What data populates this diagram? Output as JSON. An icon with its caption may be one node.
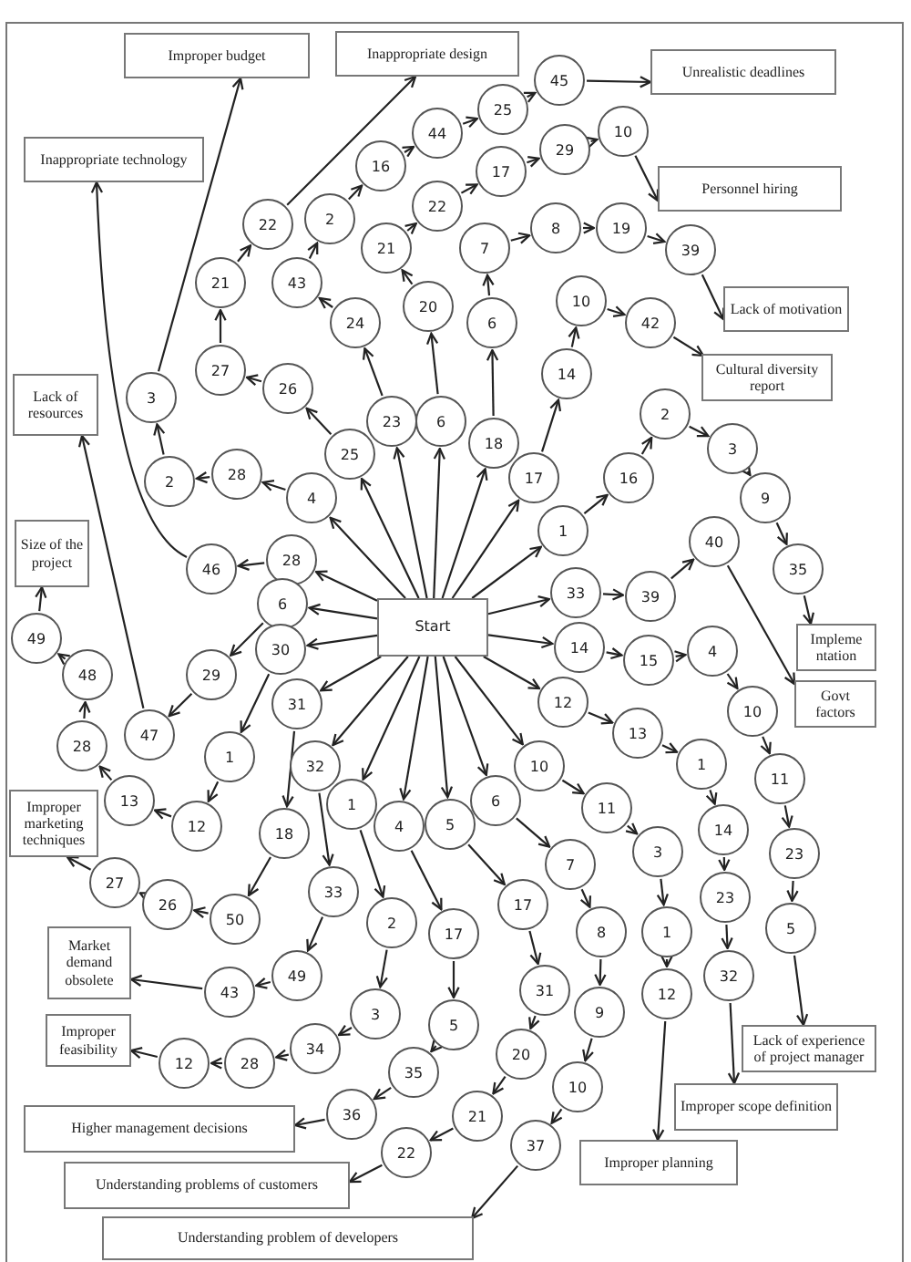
{
  "diagram": {
    "nodes": [
      {
        "text": [
          "Start"
        ]
      },
      {
        "text": [
          "Improper budget"
        ]
      },
      {
        "text": [
          "Inappropriate design"
        ]
      },
      {
        "text": [
          "Inappropriate technology"
        ]
      },
      {
        "text": [
          "Lack of resources"
        ]
      },
      {
        "text": [
          "Unrealistic deadlines"
        ]
      },
      {
        "text": [
          "Personnel hiring"
        ]
      },
      {
        "text": [
          "Lack of motivation"
        ]
      },
      {
        "text": [
          "Cultural diversity report"
        ]
      },
      {
        "text": [
          "Size of the project"
        ]
      },
      {
        "text": [
          "Improper marketing techniques"
        ]
      },
      {
        "text": [
          "Impleme ntation"
        ]
      },
      {
        "text": [
          "Govt factors"
        ]
      },
      {
        "text": [
          "Market demand obsolete"
        ]
      },
      {
        "text": [
          "Improper feasibility"
        ]
      },
      {
        "text": [
          "Higher management decisions"
        ]
      },
      {
        "text": [
          "Understanding problems of customers"
        ]
      },
      {
        "text": [
          "Understanding problem of developers"
        ]
      },
      {
        "text": [
          "Improper planning"
        ]
      },
      {
        "text": [
          "Improper scope definition"
        ]
      },
      {
        "text": [
          "Lack of experience of project manager"
        ]
      },
      {
        "text": [
          "25"
        ]
      },
      {
        "text": [
          "26"
        ]
      },
      {
        "text": [
          "27"
        ]
      },
      {
        "text": [
          "21"
        ]
      },
      {
        "text": [
          "22"
        ]
      },
      {
        "text": [
          "4"
        ]
      },
      {
        "text": [
          "28"
        ]
      },
      {
        "text": [
          "2"
        ]
      },
      {
        "text": [
          "3"
        ]
      },
      {
        "text": [
          "28"
        ]
      },
      {
        "text": [
          "46"
        ]
      },
      {
        "text": [
          "6"
        ]
      },
      {
        "text": [
          "29"
        ]
      },
      {
        "text": [
          "47"
        ]
      },
      {
        "text": [
          "30"
        ]
      },
      {
        "text": [
          "1"
        ]
      },
      {
        "text": [
          "12"
        ]
      },
      {
        "text": [
          "13"
        ]
      },
      {
        "text": [
          "28"
        ]
      },
      {
        "text": [
          "48"
        ]
      },
      {
        "text": [
          "49"
        ]
      },
      {
        "text": [
          "31"
        ]
      },
      {
        "text": [
          "18"
        ]
      },
      {
        "text": [
          "50"
        ]
      },
      {
        "text": [
          "26"
        ]
      },
      {
        "text": [
          "27"
        ]
      },
      {
        "text": [
          "32"
        ]
      },
      {
        "text": [
          "33"
        ]
      },
      {
        "text": [
          "49"
        ]
      },
      {
        "text": [
          "43"
        ]
      },
      {
        "text": [
          "1"
        ]
      },
      {
        "text": [
          "2"
        ]
      },
      {
        "text": [
          "3"
        ]
      },
      {
        "text": [
          "34"
        ]
      },
      {
        "text": [
          "28"
        ]
      },
      {
        "text": [
          "12"
        ]
      },
      {
        "text": [
          "4"
        ]
      },
      {
        "text": [
          "17"
        ]
      },
      {
        "text": [
          "5"
        ]
      },
      {
        "text": [
          "35"
        ]
      },
      {
        "text": [
          "36"
        ]
      },
      {
        "text": [
          "5"
        ]
      },
      {
        "text": [
          "17"
        ]
      },
      {
        "text": [
          "31"
        ]
      },
      {
        "text": [
          "20"
        ]
      },
      {
        "text": [
          "21"
        ]
      },
      {
        "text": [
          "22"
        ]
      },
      {
        "text": [
          "6"
        ]
      },
      {
        "text": [
          "7"
        ]
      },
      {
        "text": [
          "8"
        ]
      },
      {
        "text": [
          "9"
        ]
      },
      {
        "text": [
          "10"
        ]
      },
      {
        "text": [
          "37"
        ]
      },
      {
        "text": [
          "10"
        ]
      },
      {
        "text": [
          "11"
        ]
      },
      {
        "text": [
          "3"
        ]
      },
      {
        "text": [
          "1"
        ]
      },
      {
        "text": [
          "12"
        ]
      },
      {
        "text": [
          "12"
        ]
      },
      {
        "text": [
          "13"
        ]
      },
      {
        "text": [
          "1"
        ]
      },
      {
        "text": [
          "14"
        ]
      },
      {
        "text": [
          "23"
        ]
      },
      {
        "text": [
          "32"
        ]
      },
      {
        "text": [
          "14"
        ]
      },
      {
        "text": [
          "15"
        ]
      },
      {
        "text": [
          "4"
        ]
      },
      {
        "text": [
          "10"
        ]
      },
      {
        "text": [
          "11"
        ]
      },
      {
        "text": [
          "23"
        ]
      },
      {
        "text": [
          "5"
        ]
      },
      {
        "text": [
          "33"
        ]
      },
      {
        "text": [
          "39"
        ]
      },
      {
        "text": [
          "40"
        ]
      },
      {
        "text": [
          "1"
        ]
      },
      {
        "text": [
          "16"
        ]
      },
      {
        "text": [
          "2"
        ]
      },
      {
        "text": [
          "3"
        ]
      },
      {
        "text": [
          "9"
        ]
      },
      {
        "text": [
          "35"
        ]
      },
      {
        "text": [
          "17"
        ]
      },
      {
        "text": [
          "14"
        ]
      },
      {
        "text": [
          "10"
        ]
      },
      {
        "text": [
          "42"
        ]
      },
      {
        "text": [
          "18"
        ]
      },
      {
        "text": [
          "6"
        ]
      },
      {
        "text": [
          "7"
        ]
      },
      {
        "text": [
          "8"
        ]
      },
      {
        "text": [
          "19"
        ]
      },
      {
        "text": [
          "39"
        ]
      },
      {
        "text": [
          "6"
        ]
      },
      {
        "text": [
          "20"
        ]
      },
      {
        "text": [
          "21"
        ]
      },
      {
        "text": [
          "22"
        ]
      },
      {
        "text": [
          "17"
        ]
      },
      {
        "text": [
          "29"
        ]
      },
      {
        "text": [
          "10"
        ]
      },
      {
        "text": [
          "23"
        ]
      },
      {
        "text": [
          "24"
        ]
      },
      {
        "text": [
          "43"
        ]
      },
      {
        "text": [
          "2"
        ]
      },
      {
        "text": [
          "16"
        ]
      },
      {
        "text": [
          "44"
        ]
      },
      {
        "text": [
          "25"
        ]
      },
      {
        "text": [
          "45"
        ]
      }
    ],
    "edges": [
      {
        "from": 0,
        "to": 21,
        "arrow": "to"
      },
      {
        "from": 21,
        "to": 22,
        "arrow": "to"
      },
      {
        "from": 22,
        "to": 23,
        "arrow": "to"
      },
      {
        "from": 23,
        "to": 24,
        "arrow": "to"
      },
      {
        "from": 24,
        "to": 25,
        "arrow": "to"
      },
      {
        "from": 25,
        "to": 2,
        "arrow": "to"
      },
      {
        "from": 0,
        "to": 26,
        "arrow": "to"
      },
      {
        "from": 26,
        "to": 27,
        "arrow": "to"
      },
      {
        "from": 27,
        "to": 28,
        "arrow": "to"
      },
      {
        "from": 28,
        "to": 29,
        "arrow": "to"
      },
      {
        "from": 29,
        "to": 1,
        "arrow": "to"
      },
      {
        "from": 0,
        "to": 30,
        "arrow": "to"
      },
      {
        "from": 30,
        "to": 31,
        "arrow": "to"
      },
      {
        "from": 31,
        "to": 3,
        "arrow": "to"
      },
      {
        "from": 0,
        "to": 32,
        "arrow": "to"
      },
      {
        "from": 32,
        "to": 33,
        "arrow": "to"
      },
      {
        "from": 33,
        "to": 34,
        "arrow": "to"
      },
      {
        "from": 34,
        "to": 4,
        "arrow": "to"
      },
      {
        "from": 0,
        "to": 35,
        "arrow": "to"
      },
      {
        "from": 35,
        "to": 36,
        "arrow": "to"
      },
      {
        "from": 36,
        "to": 37,
        "arrow": "to"
      },
      {
        "from": 37,
        "to": 38,
        "arrow": "to"
      },
      {
        "from": 38,
        "to": 39,
        "arrow": "to"
      },
      {
        "from": 39,
        "to": 40,
        "arrow": "to"
      },
      {
        "from": 40,
        "to": 41,
        "arrow": "to"
      },
      {
        "from": 41,
        "to": 9,
        "arrow": "to"
      },
      {
        "from": 0,
        "to": 42,
        "arrow": "to"
      },
      {
        "from": 42,
        "to": 43,
        "arrow": "to"
      },
      {
        "from": 43,
        "to": 44,
        "arrow": "to"
      },
      {
        "from": 44,
        "to": 45,
        "arrow": "to"
      },
      {
        "from": 45,
        "to": 46,
        "arrow": "to"
      },
      {
        "from": 46,
        "to": 10,
        "arrow": "to"
      },
      {
        "from": 0,
        "to": 47,
        "arrow": "to"
      },
      {
        "from": 47,
        "to": 48,
        "arrow": "to"
      },
      {
        "from": 48,
        "to": 49,
        "arrow": "to"
      },
      {
        "from": 49,
        "to": 50,
        "arrow": "to"
      },
      {
        "from": 50,
        "to": 13,
        "arrow": "to"
      },
      {
        "from": 0,
        "to": 51,
        "arrow": "to"
      },
      {
        "from": 51,
        "to": 52,
        "arrow": "to"
      },
      {
        "from": 52,
        "to": 53,
        "arrow": "to"
      },
      {
        "from": 53,
        "to": 54,
        "arrow": "to"
      },
      {
        "from": 54,
        "to": 55,
        "arrow": "to"
      },
      {
        "from": 55,
        "to": 56,
        "arrow": "to"
      },
      {
        "from": 56,
        "to": 14,
        "arrow": "to"
      },
      {
        "from": 0,
        "to": 57,
        "arrow": "to"
      },
      {
        "from": 57,
        "to": 58,
        "arrow": "to"
      },
      {
        "from": 58,
        "to": 59,
        "arrow": "to"
      },
      {
        "from": 59,
        "to": 60,
        "arrow": "to"
      },
      {
        "from": 60,
        "to": 61,
        "arrow": "to"
      },
      {
        "from": 61,
        "to": 15,
        "arrow": "to"
      },
      {
        "from": 0,
        "to": 62,
        "arrow": "to"
      },
      {
        "from": 62,
        "to": 63,
        "arrow": "to"
      },
      {
        "from": 63,
        "to": 64,
        "arrow": "to"
      },
      {
        "from": 64,
        "to": 65,
        "arrow": "to"
      },
      {
        "from": 65,
        "to": 66,
        "arrow": "to"
      },
      {
        "from": 66,
        "to": 67,
        "arrow": "to"
      },
      {
        "from": 67,
        "to": 16,
        "arrow": "to"
      },
      {
        "from": 0,
        "to": 68,
        "arrow": "to"
      },
      {
        "from": 68,
        "to": 69,
        "arrow": "to"
      },
      {
        "from": 69,
        "to": 70,
        "arrow": "to"
      },
      {
        "from": 70,
        "to": 71,
        "arrow": "to"
      },
      {
        "from": 71,
        "to": 72,
        "arrow": "to"
      },
      {
        "from": 72,
        "to": 73,
        "arrow": "to"
      },
      {
        "from": 73,
        "to": 17,
        "arrow": "to"
      },
      {
        "from": 0,
        "to": 74,
        "arrow": "to"
      },
      {
        "from": 74,
        "to": 75,
        "arrow": "to"
      },
      {
        "from": 75,
        "to": 76,
        "arrow": "to"
      },
      {
        "from": 76,
        "to": 77,
        "arrow": "to"
      },
      {
        "from": 77,
        "to": 78,
        "arrow": "to"
      },
      {
        "from": 78,
        "to": 18,
        "arrow": "to"
      },
      {
        "from": 0,
        "to": 79,
        "arrow": "to"
      },
      {
        "from": 79,
        "to": 80,
        "arrow": "to"
      },
      {
        "from": 80,
        "to": 81,
        "arrow": "to"
      },
      {
        "from": 81,
        "to": 82,
        "arrow": "to"
      },
      {
        "from": 82,
        "to": 83,
        "arrow": "to"
      },
      {
        "from": 83,
        "to": 84,
        "arrow": "to"
      },
      {
        "from": 84,
        "to": 19,
        "arrow": "to"
      },
      {
        "from": 0,
        "to": 85,
        "arrow": "to"
      },
      {
        "from": 85,
        "to": 86,
        "arrow": "to"
      },
      {
        "from": 86,
        "to": 87,
        "arrow": "to"
      },
      {
        "from": 87,
        "to": 88,
        "arrow": "to"
      },
      {
        "from": 88,
        "to": 89,
        "arrow": "to"
      },
      {
        "from": 89,
        "to": 90,
        "arrow": "to"
      },
      {
        "from": 90,
        "to": 91,
        "arrow": "to"
      },
      {
        "from": 91,
        "to": 20,
        "arrow": "to"
      },
      {
        "from": 0,
        "to": 92,
        "arrow": "to"
      },
      {
        "from": 92,
        "to": 93,
        "arrow": "to"
      },
      {
        "from": 93,
        "to": 94,
        "arrow": "to"
      },
      {
        "from": 94,
        "to": 12,
        "arrow": "to"
      },
      {
        "from": 0,
        "to": 95,
        "arrow": "to"
      },
      {
        "from": 95,
        "to": 96,
        "arrow": "to"
      },
      {
        "from": 96,
        "to": 97,
        "arrow": "to"
      },
      {
        "from": 97,
        "to": 98,
        "arrow": "to"
      },
      {
        "from": 98,
        "to": 99,
        "arrow": "to"
      },
      {
        "from": 99,
        "to": 100,
        "arrow": "to"
      },
      {
        "from": 100,
        "to": 11,
        "arrow": "to"
      },
      {
        "from": 0,
        "to": 101,
        "arrow": "to"
      },
      {
        "from": 101,
        "to": 102,
        "arrow": "to"
      },
      {
        "from": 102,
        "to": 103,
        "arrow": "to"
      },
      {
        "from": 103,
        "to": 104,
        "arrow": "to"
      },
      {
        "from": 104,
        "to": 8,
        "arrow": "to"
      },
      {
        "from": 0,
        "to": 105,
        "arrow": "to"
      },
      {
        "from": 105,
        "to": 106,
        "arrow": "to"
      },
      {
        "from": 106,
        "to": 107,
        "arrow": "to"
      },
      {
        "from": 107,
        "to": 108,
        "arrow": "to"
      },
      {
        "from": 108,
        "to": 109,
        "arrow": "to"
      },
      {
        "from": 109,
        "to": 110,
        "arrow": "to"
      },
      {
        "from": 110,
        "to": 7,
        "arrow": "to"
      },
      {
        "from": 0,
        "to": 111,
        "arrow": "to"
      },
      {
        "from": 111,
        "to": 112,
        "arrow": "to"
      },
      {
        "from": 112,
        "to": 113,
        "arrow": "to"
      },
      {
        "from": 113,
        "to": 114,
        "arrow": "to"
      },
      {
        "from": 114,
        "to": 115,
        "arrow": "to"
      },
      {
        "from": 115,
        "to": 116,
        "arrow": "to"
      },
      {
        "from": 116,
        "to": 117,
        "arrow": "to"
      },
      {
        "from": 117,
        "to": 6,
        "arrow": "to"
      },
      {
        "from": 0,
        "to": 118,
        "arrow": "to"
      },
      {
        "from": 118,
        "to": 119,
        "arrow": "to"
      },
      {
        "from": 119,
        "to": 120,
        "arrow": "to"
      },
      {
        "from": 120,
        "to": 121,
        "arrow": "to"
      },
      {
        "from": 121,
        "to": 122,
        "arrow": "to"
      },
      {
        "from": 122,
        "to": 123,
        "arrow": "to"
      },
      {
        "from": 123,
        "to": 124,
        "arrow": "to"
      },
      {
        "from": 124,
        "to": 125,
        "arrow": "to"
      },
      {
        "from": 125,
        "to": 5,
        "arrow": "to"
      }
    ]
  }
}
